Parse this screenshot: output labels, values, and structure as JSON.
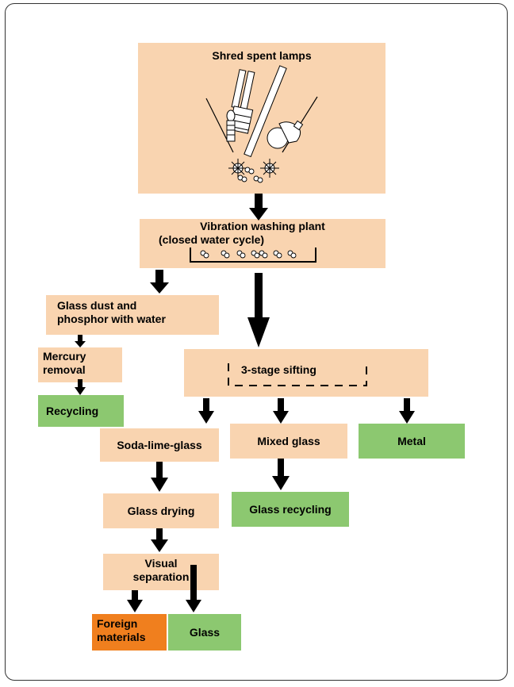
{
  "steps": {
    "shred": "Shred spent lamps",
    "washing_line1": "Vibration washing plant",
    "washing_line2": "(closed water cycle)",
    "glass_dust_line1": "Glass dust and",
    "glass_dust_line2": "phosphor with water",
    "mercury_line1": "Mercury",
    "mercury_line2": "removal",
    "recycling": "Recycling",
    "sifting": "3-stage sifting",
    "soda_lime": "Soda-lime-glass",
    "mixed_glass": "Mixed glass",
    "metal": "Metal",
    "glass_recycling": "Glass recycling",
    "glass_drying": "Glass drying",
    "visual_line1": "Visual",
    "visual_line2": "separation",
    "foreign_line1": "Foreign",
    "foreign_line2": "materials",
    "glass": "Glass"
  },
  "colors": {
    "process_box": "#f9d4b0",
    "output_box": "#8cc870",
    "reject_box": "#f07f1e",
    "arrow": "#000000"
  }
}
